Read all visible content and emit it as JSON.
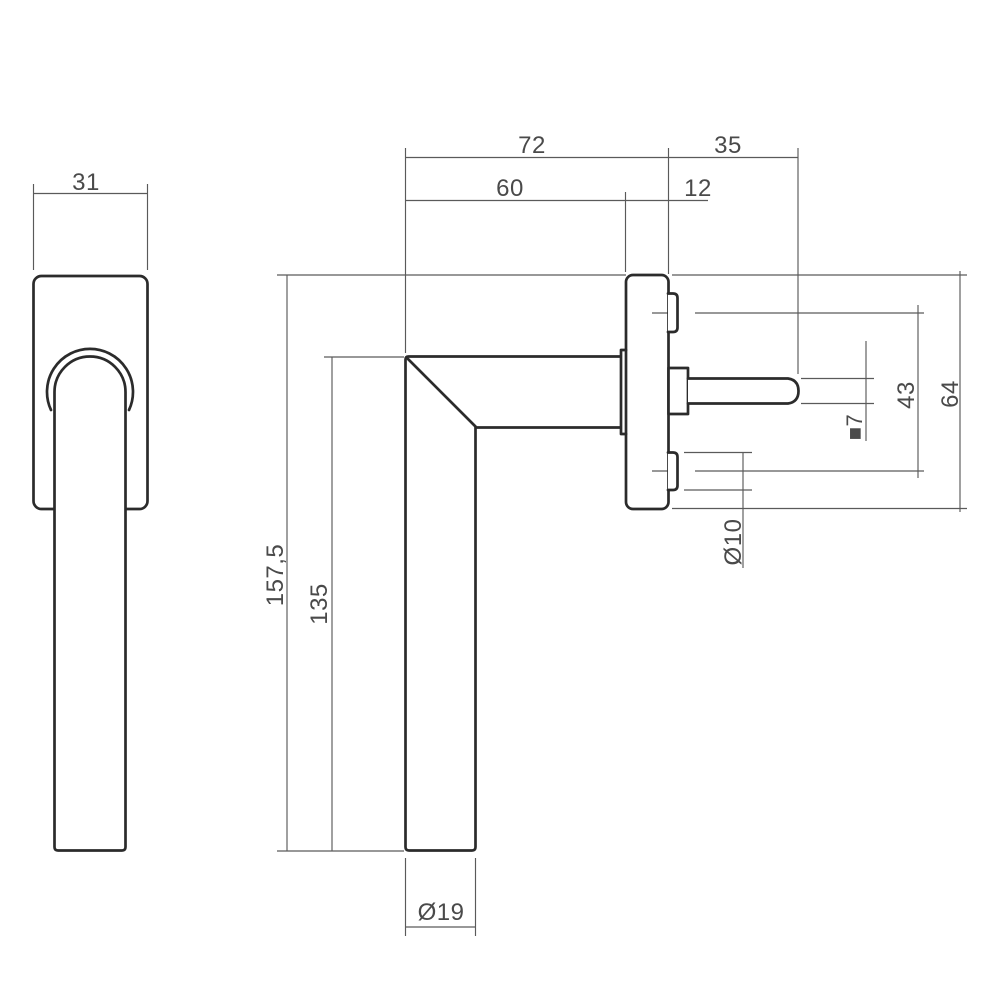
{
  "colors": {
    "object_line": "#2b2b2b",
    "dimension_line": "#5a5a5a",
    "text": "#4a4a4a",
    "background": "#ffffff"
  },
  "front_view": {
    "plate_width": "31"
  },
  "side_view": {
    "total_depth": "72",
    "spindle_length": "35",
    "grip_to_plate": "60",
    "plate_thickness": "12",
    "total_height": "157,5",
    "grip_length": "135",
    "screw_spacing": "43",
    "plate_height": "64",
    "spindle_square": "■7",
    "screw_hole_diameter": "Ø10",
    "grip_diameter": "Ø19"
  }
}
